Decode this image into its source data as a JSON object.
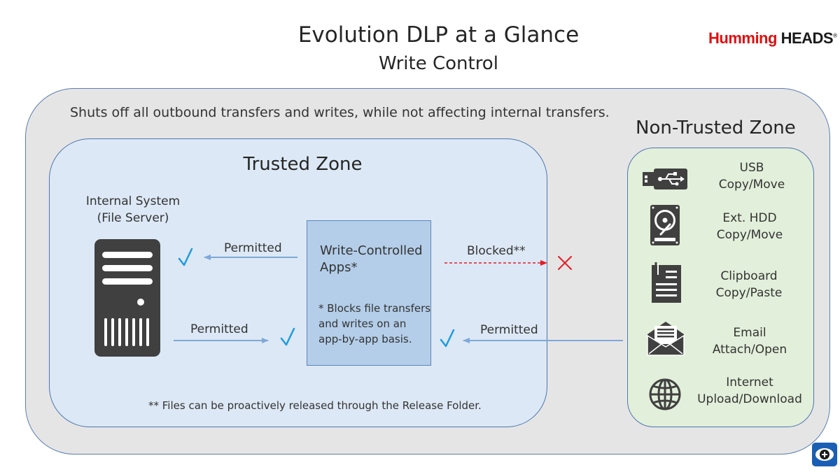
{
  "header": {
    "title": "Evolution DLP at a Glance",
    "subtitle": "Write Control",
    "logo_part1": "Humming",
    "logo_part2": "HEADS",
    "logo_reg": "®"
  },
  "outer_zone": {
    "description": "Shuts off all outbound transfers and writes, while not affecting internal transfers."
  },
  "trusted_zone": {
    "title": "Trusted Zone",
    "server_label_line1": "Internal System",
    "server_label_line2": "(File Server)",
    "apps_title_line1": "Write-Controlled",
    "apps_title_line2": "Apps*",
    "apps_note_line1": "* Blocks file transfers",
    "apps_note_line2": "and writes on an",
    "apps_note_line3": "app-by-app basis.",
    "footnote": "** Files can be proactively released through the Release Folder.",
    "arrows": {
      "apps_to_server": "Permitted",
      "server_to_apps": "Permitted",
      "apps_to_external": "Blocked**",
      "external_to_apps": "Permitted"
    }
  },
  "nontrusted_zone": {
    "title": "Non-Trusted Zone",
    "items": [
      {
        "icon": "usb-icon",
        "line1": "USB",
        "line2": "Copy/Move"
      },
      {
        "icon": "hard-drive-icon",
        "line1": "Ext. HDD",
        "line2": "Copy/Move"
      },
      {
        "icon": "clipboard-icon",
        "line1": "Clipboard",
        "line2": "Copy/Paste"
      },
      {
        "icon": "email-icon",
        "line1": "Email",
        "line2": "Attach/Open"
      },
      {
        "icon": "globe-icon",
        "line1": "Internet",
        "line2": "Upload/Download"
      }
    ]
  },
  "colors": {
    "outer_fill": "#e6e5e6",
    "trusted_fill": "#dce8f5",
    "apps_fill": "#b4cee9",
    "nontrusted_fill": "#e2efda",
    "check": "#1e9be0",
    "blocked": "#e51c23",
    "logo_red": "#e10f0f"
  }
}
